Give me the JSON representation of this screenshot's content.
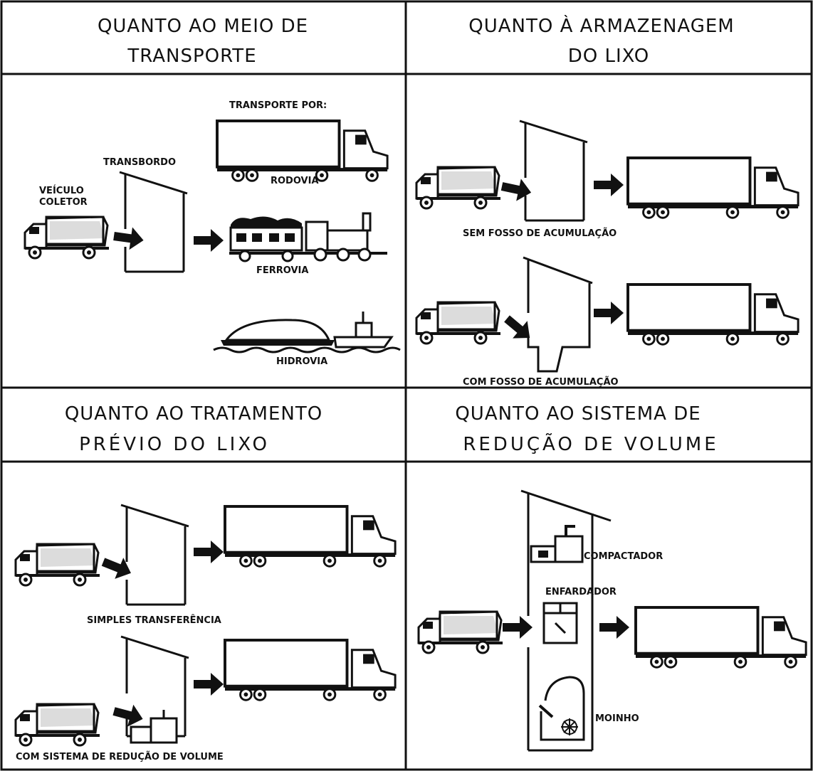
{
  "colors": {
    "ink": "#111111",
    "paper": "#ffffff"
  },
  "panels": {
    "transport": {
      "heading_line1": "QUANTO AO MEIO DE",
      "heading_line2": "TRANSPORTE",
      "label_transporte_por": "TRANSPORTE POR:",
      "label_transbordo": "TRANSBORDO",
      "label_veiculo": "VEÍCULO",
      "label_coletor": "COLETOR",
      "label_rodovia": "RODOVIA",
      "label_ferrovia": "FERROVIA",
      "label_hidrovia": "HIDROVIA"
    },
    "storage": {
      "heading_line1": "QUANTO À ARMAZENAGEM",
      "heading_line2": "DO LIXO",
      "label_sem_fosso": "SEM FOSSO DE ACUMULAÇÃO",
      "label_com_fosso": "COM FOSSO DE ACUMULAÇÃO"
    },
    "treatment": {
      "heading_line1": "QUANTO AO TRATAMENTO",
      "heading_line2": "PRÉVIO DO LIXO",
      "label_simples": "SIMPLES TRANSFERÊNCIA",
      "label_com_sistema": "COM SISTEMA DE REDUÇÃO DE VOLUME"
    },
    "reduction": {
      "heading_line1": "QUANTO AO SISTEMA DE",
      "heading_line2": "REDUÇÃO DE VOLUME",
      "label_compactador": "COMPACTADOR",
      "label_enfardador": "ENFARDADOR",
      "label_moinho": "MOINHO"
    }
  },
  "icons": [
    "garbage-truck-icon",
    "transfer-station-icon",
    "trailer-truck-icon",
    "train-icon",
    "barge-icon",
    "arrow-icon",
    "compactor-icon",
    "baler-icon",
    "mill-icon"
  ]
}
